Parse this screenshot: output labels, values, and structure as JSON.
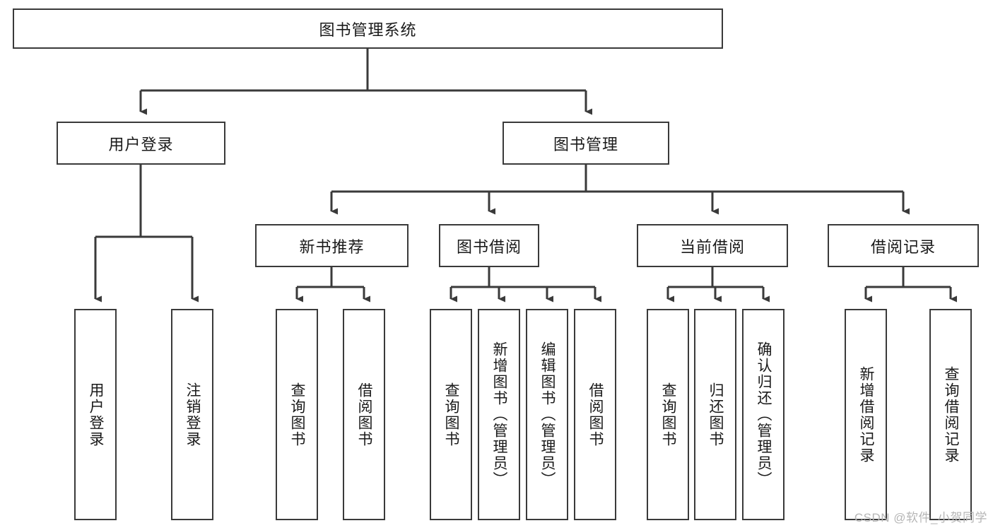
{
  "diagram": {
    "type": "tree-hierarchy-chart",
    "title": "图书管理系统",
    "root": {
      "id": "root",
      "label": "图书管理系统",
      "orientation": "horizontal"
    },
    "level1": [
      {
        "id": "user-login",
        "label": "用户登录",
        "orientation": "horizontal"
      },
      {
        "id": "book-manage",
        "label": "图书管理",
        "orientation": "horizontal"
      }
    ],
    "level2": [
      {
        "id": "new-book-recommend",
        "label": "新书推荐",
        "orientation": "horizontal",
        "parent": "book-manage"
      },
      {
        "id": "book-borrow",
        "label": "图书借阅",
        "orientation": "horizontal",
        "parent": "book-manage"
      },
      {
        "id": "current-borrow",
        "label": "当前借阅",
        "orientation": "horizontal",
        "parent": "book-manage"
      },
      {
        "id": "borrow-record",
        "label": "借阅记录",
        "orientation": "horizontal",
        "parent": "book-manage"
      }
    ],
    "leaves": [
      {
        "id": "leaf-user-login",
        "label": "用户登录",
        "orientation": "vertical",
        "parent": "user-login"
      },
      {
        "id": "leaf-user-logout",
        "label": "注销登录",
        "orientation": "vertical",
        "parent": "user-login"
      },
      {
        "id": "leaf-query-book-1",
        "label": "查询图书",
        "orientation": "vertical",
        "parent": "new-book-recommend"
      },
      {
        "id": "leaf-borrow-book-1",
        "label": "借阅图书",
        "orientation": "vertical",
        "parent": "new-book-recommend"
      },
      {
        "id": "leaf-query-book-2",
        "label": "查询图书",
        "orientation": "vertical",
        "parent": "book-borrow"
      },
      {
        "id": "leaf-add-book",
        "label": "新增图书（管理员）",
        "orientation": "vertical",
        "parent": "book-borrow"
      },
      {
        "id": "leaf-edit-book",
        "label": "编辑图书（管理员）",
        "orientation": "vertical",
        "parent": "book-borrow"
      },
      {
        "id": "leaf-borrow-book-2",
        "label": "借阅图书",
        "orientation": "vertical",
        "parent": "book-borrow"
      },
      {
        "id": "leaf-query-book-3",
        "label": "查询图书",
        "orientation": "vertical",
        "parent": "current-borrow"
      },
      {
        "id": "leaf-return-book",
        "label": "归还图书",
        "orientation": "vertical",
        "parent": "current-borrow"
      },
      {
        "id": "leaf-confirm-return",
        "label": "确认归还（管理员）",
        "orientation": "vertical",
        "parent": "current-borrow"
      },
      {
        "id": "leaf-add-record",
        "label": "新增借阅记录",
        "orientation": "vertical",
        "parent": "borrow-record"
      },
      {
        "id": "leaf-query-record",
        "label": "查询借阅记录",
        "orientation": "vertical",
        "parent": "borrow-record"
      }
    ],
    "watermark": "CSDN @软件_小贺同学",
    "colors": {
      "stroke": "#3a3a3a",
      "fill": "#ffffff",
      "text": "#1a1a1a",
      "watermark": "#b6b6b6"
    }
  }
}
